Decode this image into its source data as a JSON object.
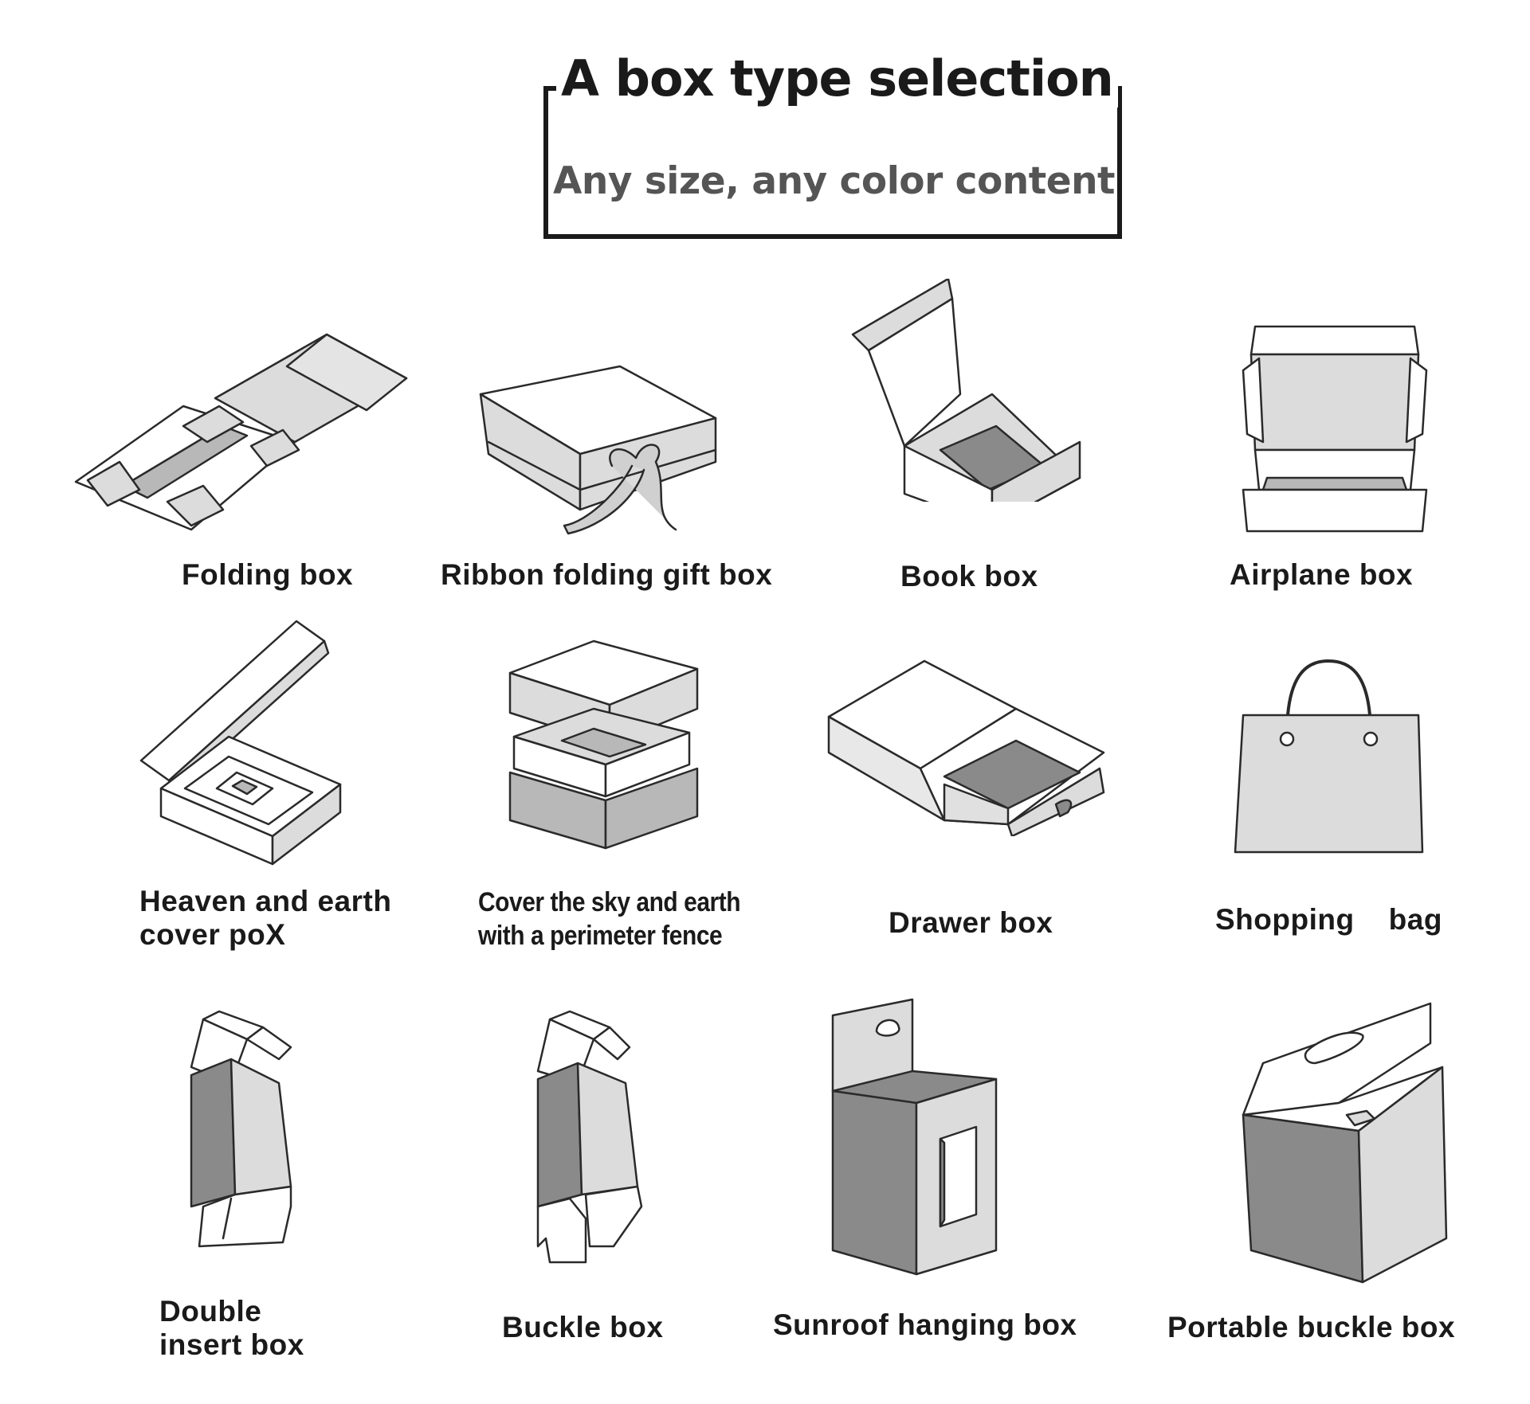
{
  "header": {
    "title": "A box type selection",
    "subtitle": "Any size, any color content"
  },
  "items": [
    {
      "label": "Folding box",
      "icon": "folding-box-icon"
    },
    {
      "label": "Ribbon folding gift box",
      "icon": "ribbon-gift-box-icon"
    },
    {
      "label": "Book box",
      "icon": "book-box-icon"
    },
    {
      "label": "Airplane box",
      "icon": "airplane-box-icon"
    },
    {
      "label_line1": "Heaven and earth",
      "label_line2": "cover poX",
      "icon": "heaven-earth-box-icon"
    },
    {
      "label_line1": "Cover the sky and earth",
      "label_line2": "with a perimeter fence",
      "icon": "fence-box-icon"
    },
    {
      "label": "Drawer box",
      "icon": "drawer-box-icon"
    },
    {
      "label": "Shopping    bag",
      "icon": "shopping-bag-icon"
    },
    {
      "label_line1": "Double",
      "label_line2": "insert box",
      "icon": "double-insert-box-icon"
    },
    {
      "label": "Buckle box",
      "icon": "buckle-box-icon"
    },
    {
      "label": "Sunroof hanging box",
      "icon": "sunroof-hanging-box-icon"
    },
    {
      "label": "Portable buckle box",
      "icon": "portable-buckle-box-icon"
    }
  ],
  "colors": {
    "ink": "#1a1a1a",
    "light_fill": "#dcdcdc",
    "mid_fill": "#b8b8b8",
    "dark_fill": "#8a8a8a"
  }
}
